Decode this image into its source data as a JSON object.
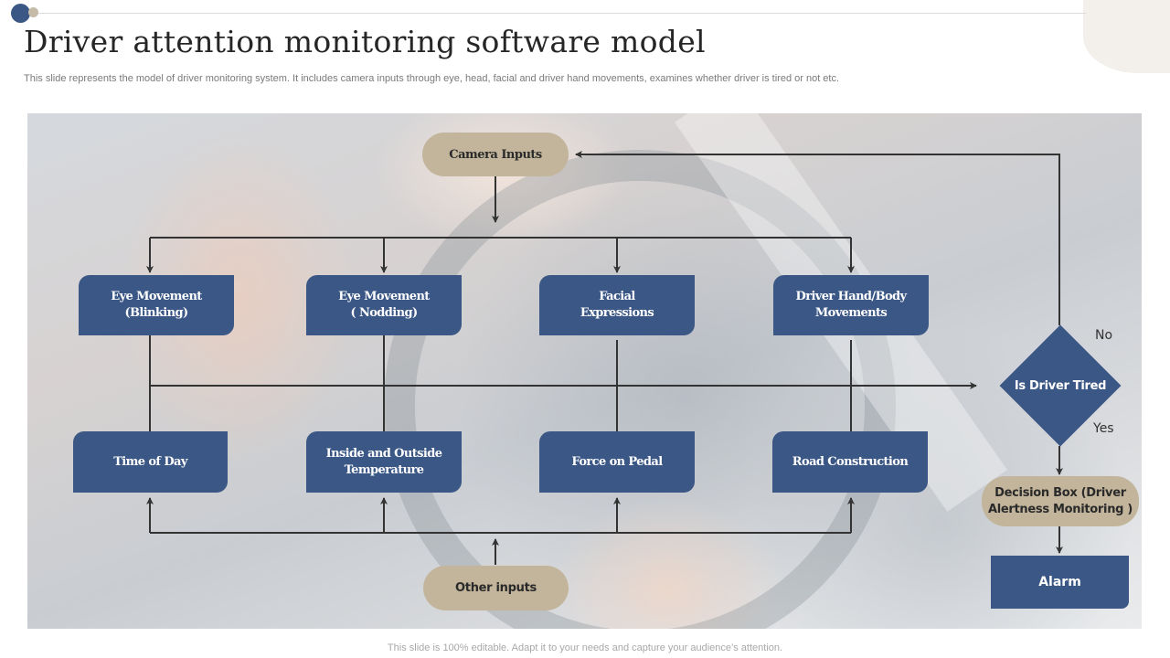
{
  "slide": {
    "title": "Driver attention monitoring software model",
    "subtitle": "This slide represents the model of driver monitoring system. It includes camera inputs through eye, head, facial and driver hand movements, examines whether driver is tired or not etc.",
    "footer": "This slide is 100% editable. Adapt it to your needs and capture your audience’s attention.",
    "background_image": "driver-hands-on-steering-wheel-photo"
  },
  "colors": {
    "box_blue": "#3b5785",
    "pill_tan": "#c2b59b",
    "connector": "#333333"
  },
  "diagram": {
    "camera_inputs": "Camera Inputs",
    "other_inputs": "Other inputs",
    "camera_derived": [
      {
        "label": "Eye Movement\n(Blinking)"
      },
      {
        "label": "Eye Movement\n( Nodding)"
      },
      {
        "label": "Facial\nExpressions"
      },
      {
        "label": "Driver Hand/Body\nMovements"
      }
    ],
    "other_derived": [
      {
        "label": "Time of Day"
      },
      {
        "label": "Inside and Outside\nTemperature"
      },
      {
        "label": "Force on Pedal"
      },
      {
        "label": "Road Construction"
      }
    ],
    "decision": {
      "question": "Is Driver Tired",
      "no_label": "No",
      "yes_label": "Yes"
    },
    "decision_box": "Decision Box (Driver\nAlertness Monitoring )",
    "alarm": "Alarm"
  }
}
